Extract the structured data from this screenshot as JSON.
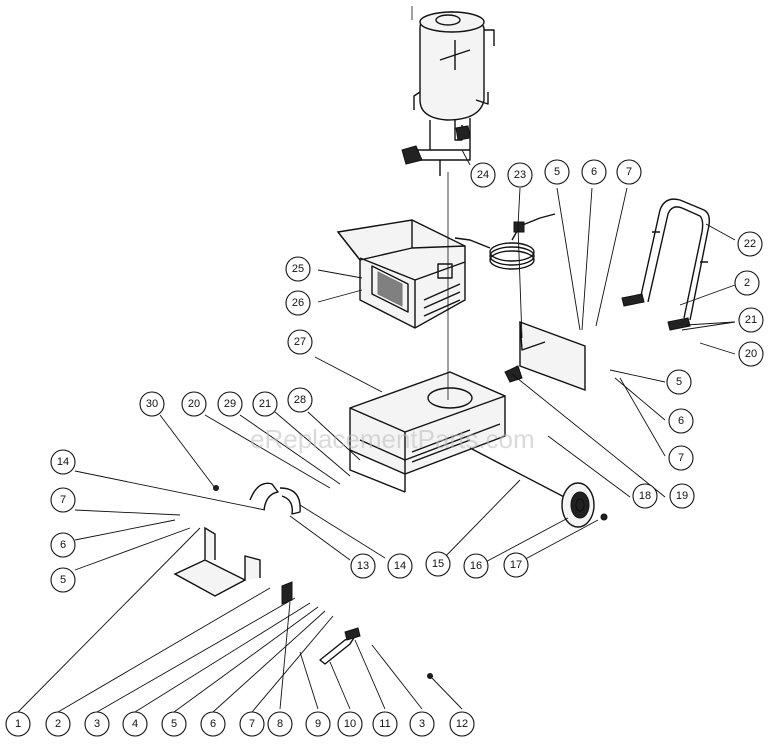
{
  "watermark": "eReplacementParts.com",
  "callouts": [
    {
      "id": "c1",
      "label": "1"
    },
    {
      "id": "c2",
      "label": "2"
    },
    {
      "id": "c3",
      "label": "3"
    },
    {
      "id": "c4",
      "label": "4"
    },
    {
      "id": "c5",
      "label": "5"
    },
    {
      "id": "c6",
      "label": "6"
    },
    {
      "id": "c7",
      "label": "7"
    },
    {
      "id": "c8",
      "label": "8"
    },
    {
      "id": "c9",
      "label": "9"
    },
    {
      "id": "c10",
      "label": "10"
    },
    {
      "id": "c11",
      "label": "11"
    },
    {
      "id": "c12",
      "label": "3"
    },
    {
      "id": "c13",
      "label": "12"
    },
    {
      "id": "c14",
      "label": "13"
    },
    {
      "id": "c15",
      "label": "14"
    },
    {
      "id": "c16",
      "label": "15"
    },
    {
      "id": "c17",
      "label": "16"
    },
    {
      "id": "c18",
      "label": "17"
    },
    {
      "id": "c19",
      "label": "14"
    },
    {
      "id": "c20",
      "label": "7"
    },
    {
      "id": "c21",
      "label": "6"
    },
    {
      "id": "c22",
      "label": "5"
    },
    {
      "id": "c23",
      "label": "30"
    },
    {
      "id": "c24",
      "label": "20"
    },
    {
      "id": "c25",
      "label": "29"
    },
    {
      "id": "c26",
      "label": "21"
    },
    {
      "id": "c27",
      "label": "28"
    },
    {
      "id": "c28",
      "label": "27"
    },
    {
      "id": "c29",
      "label": "25"
    },
    {
      "id": "c30",
      "label": "26"
    },
    {
      "id": "c31",
      "label": "24"
    },
    {
      "id": "c32",
      "label": "23"
    },
    {
      "id": "c33",
      "label": "5"
    },
    {
      "id": "c34",
      "label": "6"
    },
    {
      "id": "c35",
      "label": "7"
    },
    {
      "id": "c36",
      "label": "22"
    },
    {
      "id": "c37",
      "label": "2"
    },
    {
      "id": "c38",
      "label": "21"
    },
    {
      "id": "c39",
      "label": "20"
    },
    {
      "id": "c40",
      "label": "5"
    },
    {
      "id": "c41",
      "label": "6"
    },
    {
      "id": "c42",
      "label": "7"
    },
    {
      "id": "c43",
      "label": "18"
    },
    {
      "id": "c44",
      "label": "19"
    }
  ]
}
